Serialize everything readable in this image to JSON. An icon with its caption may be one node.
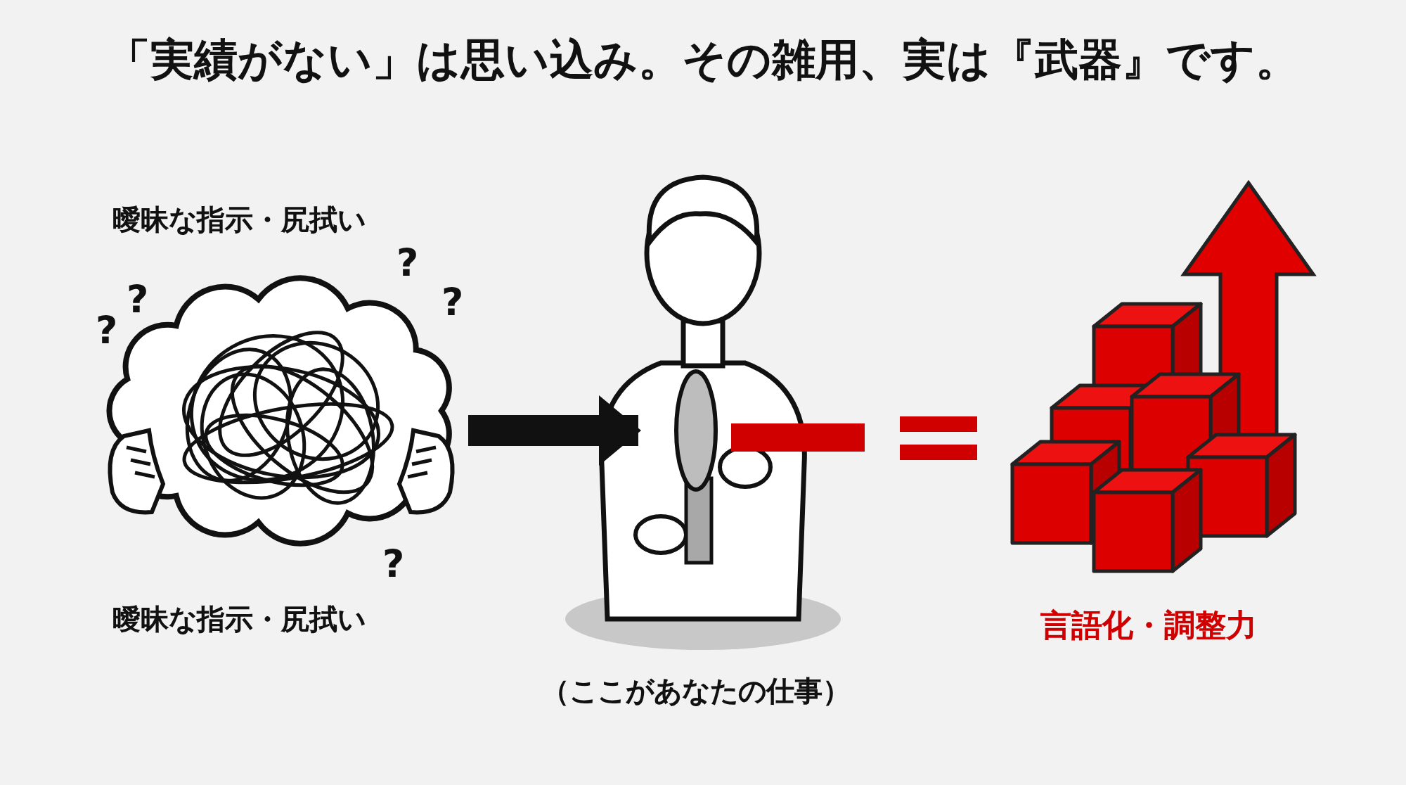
{
  "diagram": {
    "title": "「実績がない」は思い込み。その雑用、実は『武器』です。",
    "nodes": [
      {
        "text": [
          "曖昧な指示・尻拭い",
          "曖昧な指示・尻拭い"
        ]
      },
      {
        "text": [
          "（ここがあなたの仕事）"
        ]
      },
      {
        "text": [],
        "shape": "lens",
        "in": 1
      },
      {
        "text": [
          "言語化・調整力"
        ]
      }
    ],
    "edges": [
      {
        "from": 0,
        "to": 2,
        "arrow": "to"
      }
    ],
    "labels": [
      "?",
      "?",
      "?",
      "?",
      "?"
    ]
  }
}
